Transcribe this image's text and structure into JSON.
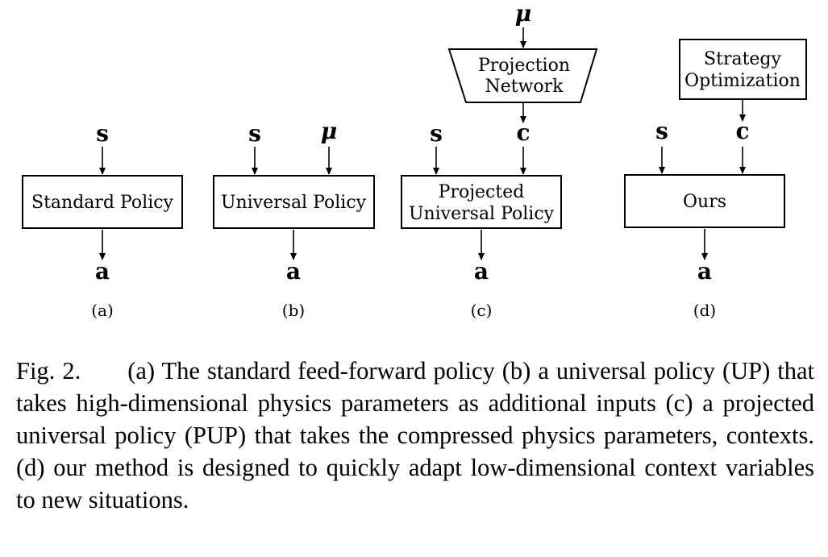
{
  "diagram": {
    "panels": [
      {
        "id": "a",
        "box_label": "Standard Policy",
        "inputs": [
          "s"
        ],
        "output": "a",
        "sublabel": "(a)"
      },
      {
        "id": "b",
        "box_label": "Universal Policy",
        "inputs": [
          "s",
          "μ"
        ],
        "output": "a",
        "sublabel": "(b)"
      },
      {
        "id": "c",
        "box_label": [
          "Projected",
          "Universal Policy"
        ],
        "inputs": [
          "s",
          "c"
        ],
        "output": "a",
        "sublabel": "(c)",
        "upstream": {
          "box_label": [
            "Projection",
            "Network"
          ],
          "input": "μ"
        }
      },
      {
        "id": "d",
        "box_label": "Ours",
        "inputs": [
          "s",
          "c"
        ],
        "output": "a",
        "sublabel": "(d)",
        "upstream": {
          "box_label": [
            "Strategy",
            "Optimization"
          ]
        }
      }
    ]
  },
  "caption": {
    "label": "Fig. 2.",
    "text": "(a) The standard feed-forward policy (b) a universal policy (UP) that takes high-dimensional physics parameters as additional inputs (c) a projected universal policy (PUP) that takes the compressed physics parameters, contexts. (d) our method is designed to quickly adapt low-dimensional context variables to new situations."
  }
}
